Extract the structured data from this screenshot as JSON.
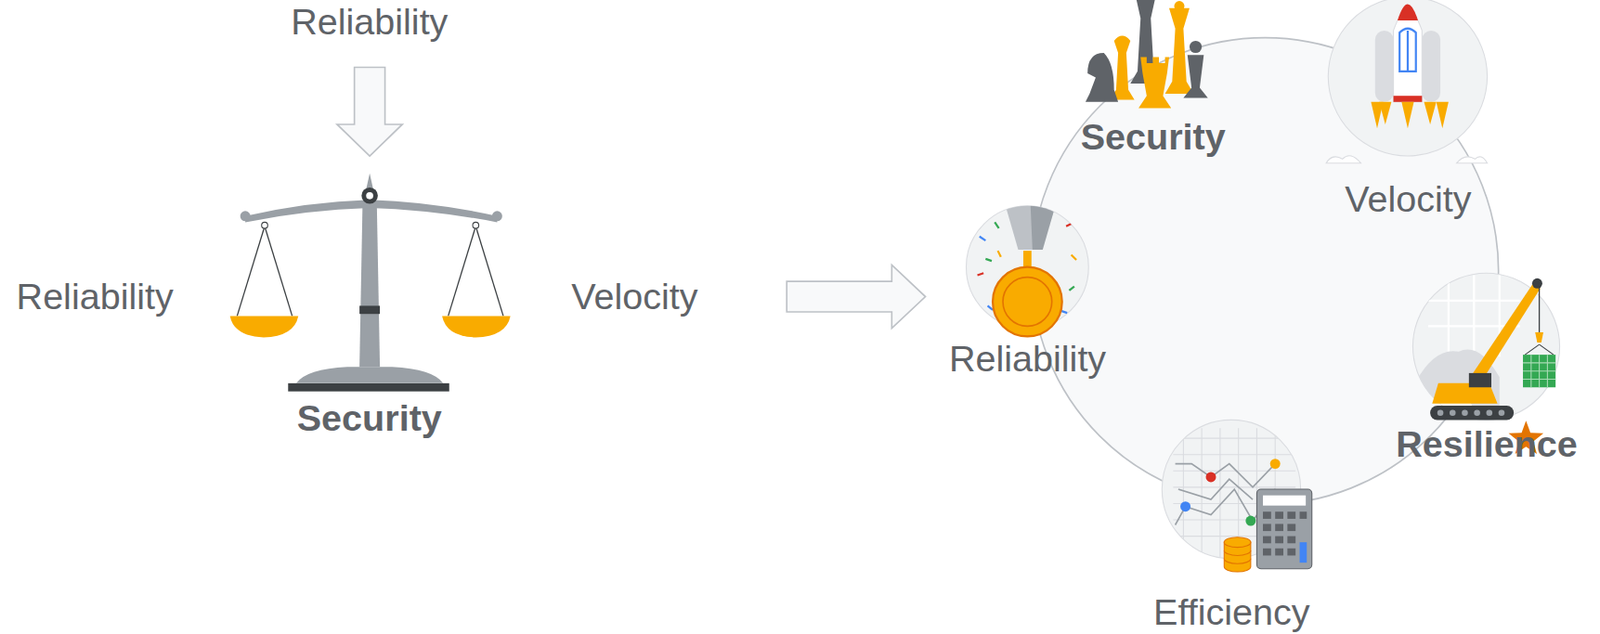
{
  "diagram": {
    "nodes": [
      {
        "text": [
          "Velocity"
        ]
      },
      {
        "text": [
          "Reliability"
        ]
      },
      {
        "text": [
          "Resilience"
        ]
      },
      {
        "text": [
          "Efficiency"
        ]
      }
    ],
    "labels": [
      "Reliability",
      "Reliability",
      "Velocity",
      "Security",
      "Security"
    ]
  }
}
